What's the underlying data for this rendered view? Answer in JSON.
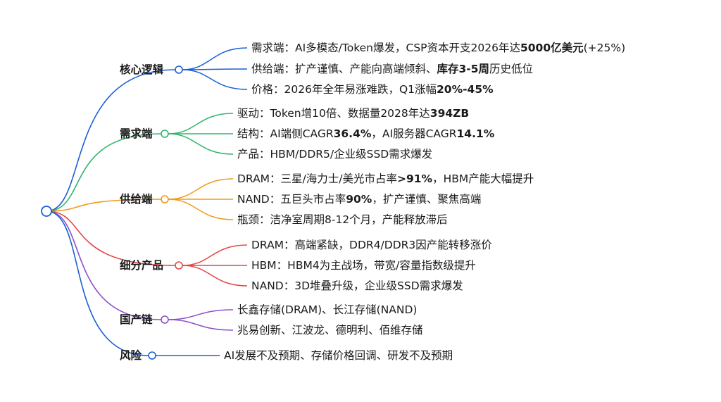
{
  "colors": {
    "core_logic": "#1a5fd6",
    "demand": "#2fb56a",
    "supply": "#f29a1a",
    "products": "#e64545",
    "domestic": "#8e4fc9",
    "risk": "#1a5fd6",
    "root": "#1a5fd6"
  },
  "branches": [
    {
      "label": "核心逻辑",
      "leaves": [
        [
          "需求端：AI多模态/Token爆发，CSP资本开支2026年达",
          {
            "b": "5000亿美元"
          },
          "(+25%)"
        ],
        [
          "供给端：扩产谨慎、产能向高端倾斜、",
          {
            "b": "库存3-5周"
          },
          "历史低位"
        ],
        [
          "价格：2026年全年易涨难跌，Q1涨幅",
          {
            "b": "20%-45%"
          }
        ]
      ]
    },
    {
      "label": "需求端",
      "leaves": [
        [
          "驱动：Token增10倍、数据量2028年达",
          {
            "b": "394ZB"
          }
        ],
        [
          "结构：AI端侧CAGR",
          {
            "b": "36.4%"
          },
          "，AI服务器CAGR",
          {
            "b": "14.1%"
          }
        ],
        [
          "产品：HBM/DDR5/企业级SSD需求爆发"
        ]
      ]
    },
    {
      "label": "供给端",
      "leaves": [
        [
          "DRAM：三星/海力士/美光市占率",
          {
            "b": ">91%"
          },
          "，HBM产能大幅提升"
        ],
        [
          "NAND：五巨头市占率",
          {
            "b": "90%"
          },
          "，扩产谨慎、聚焦高端"
        ],
        [
          "瓶颈：洁净室周期8-12个月，产能释放滞后"
        ]
      ]
    },
    {
      "label": "细分产品",
      "leaves": [
        [
          "DRAM：高端紧缺，DDR4/DDR3因产能转移涨价"
        ],
        [
          "HBM：HBM4为主战场，带宽/容量指数级提升"
        ],
        [
          "NAND：3D堆叠升级，企业级SSD需求爆发"
        ]
      ]
    },
    {
      "label": "国产链",
      "leaves": [
        [
          "长鑫存储(DRAM)、长江存储(NAND)"
        ],
        [
          "兆易创新、江波龙、德明利、佰维存储"
        ]
      ]
    },
    {
      "label": "风险",
      "leaves": [
        [
          "AI发展不及预期、存储价格回调、研发不及预期"
        ]
      ]
    }
  ]
}
